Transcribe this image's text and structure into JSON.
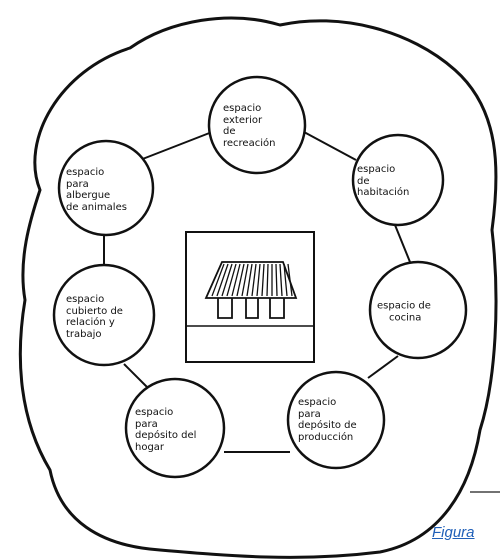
{
  "nodes": [
    {
      "id": "recreacion",
      "lines": [
        "espacio",
        "exterior",
        "de",
        "recreación"
      ]
    },
    {
      "id": "habitacion",
      "lines": [
        "espacio",
        "de",
        "habitación"
      ]
    },
    {
      "id": "cocina",
      "lines": [
        "espacio de",
        "cocina"
      ]
    },
    {
      "id": "produccion",
      "lines": [
        "espacio",
        "para",
        "depósito de",
        "producción"
      ]
    },
    {
      "id": "hogar",
      "lines": [
        "espacio",
        "para",
        "depósito del",
        "hogar"
      ]
    },
    {
      "id": "trabajo",
      "lines": [
        "espacio",
        "cubierto de",
        "relación y",
        "trabajo"
      ]
    },
    {
      "id": "animales",
      "lines": [
        "espacio",
        "para",
        "albergue",
        "de animales"
      ]
    }
  ],
  "caption": "Figura"
}
